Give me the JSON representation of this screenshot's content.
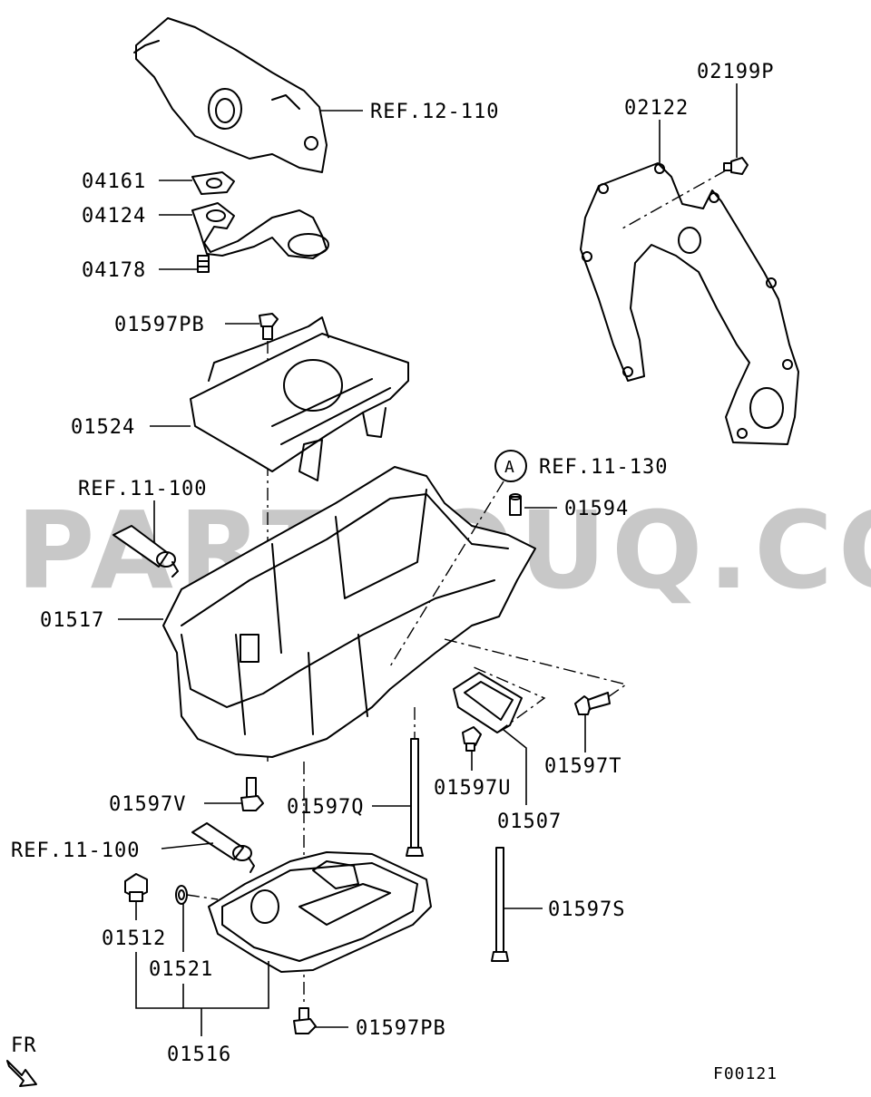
{
  "watermark": "PARTSOUQ.COM",
  "diagram_code": "F00121",
  "direction_label": "FR",
  "callout_letter": "A",
  "labels": {
    "ref_12_110": "REF.12-110",
    "p04161": "04161",
    "p04124": "04124",
    "p04178": "04178",
    "p01597pb_top": "01597PB",
    "p01524": "01524",
    "ref_11_100_a": "REF.11-100",
    "p01517": "01517",
    "ref_11_130": "REF.11-130",
    "p01594": "01594",
    "p02199p": "02199P",
    "p02122": "02122",
    "p01597t": "01597T",
    "p01597u": "01597U",
    "p01507": "01507",
    "p01597v": "01597V",
    "p01597q": "01597Q",
    "ref_11_100_b": "REF.11-100",
    "p01597s": "01597S",
    "p01512": "01512",
    "p01521": "01521",
    "p01516": "01516",
    "p01597pb_bottom": "01597PB"
  }
}
